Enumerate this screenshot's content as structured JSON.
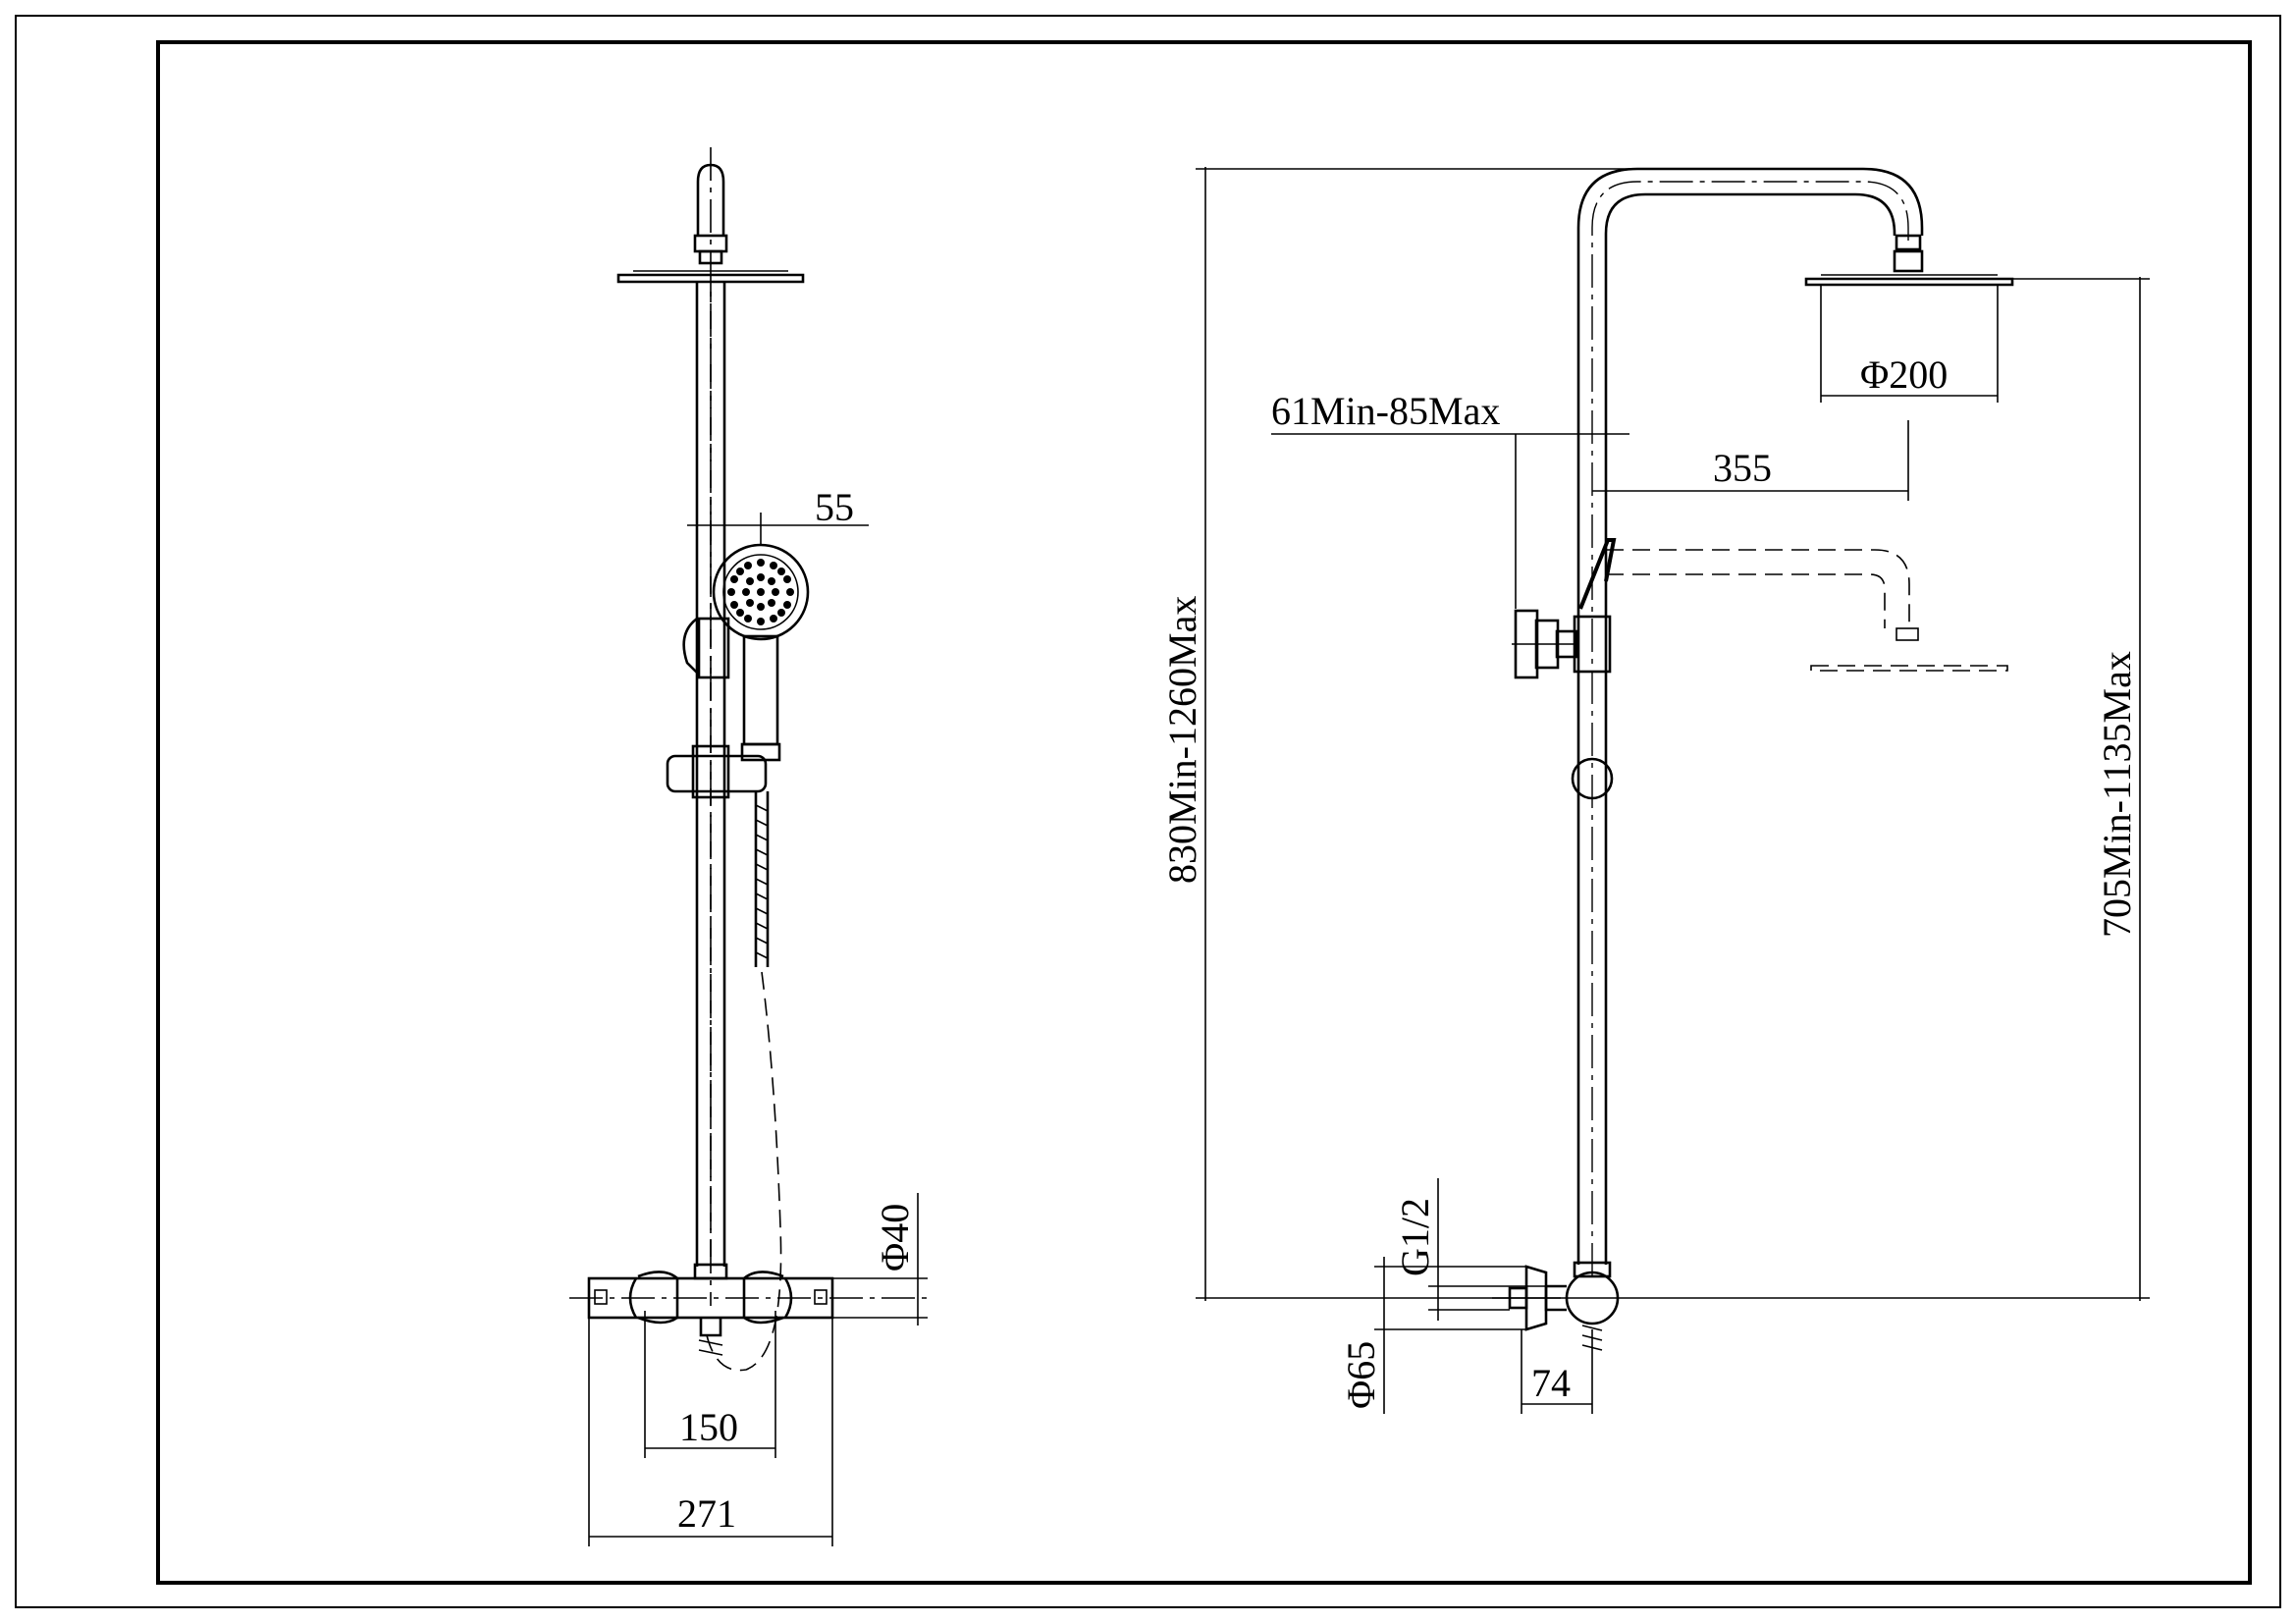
{
  "drawing": {
    "front_view": {
      "dim_handshower_offset": "55",
      "dim_pipe_diameter": "Φ40",
      "dim_inlet_centers": "150",
      "dim_valve_width": "271"
    },
    "side_view": {
      "dim_total_height": "830Min-1260Max",
      "dim_head_height": "705Min-1135Max",
      "dim_head_diameter": "Φ200",
      "dim_wall_offset": "61Min-85Max",
      "dim_arm_reach": "355",
      "dim_thread": "G1/2",
      "dim_escutcheon": "Φ65",
      "dim_eccentric": "74"
    }
  }
}
